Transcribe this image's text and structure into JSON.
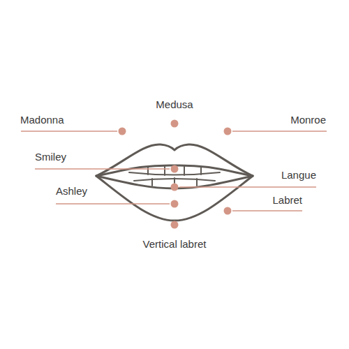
{
  "diagram": {
    "labels": [
      "Madonna",
      "Medusa",
      "Monroe",
      "Smiley",
      "Langue",
      "Ashley",
      "Labret",
      "Vertical labret"
    ]
  }
}
